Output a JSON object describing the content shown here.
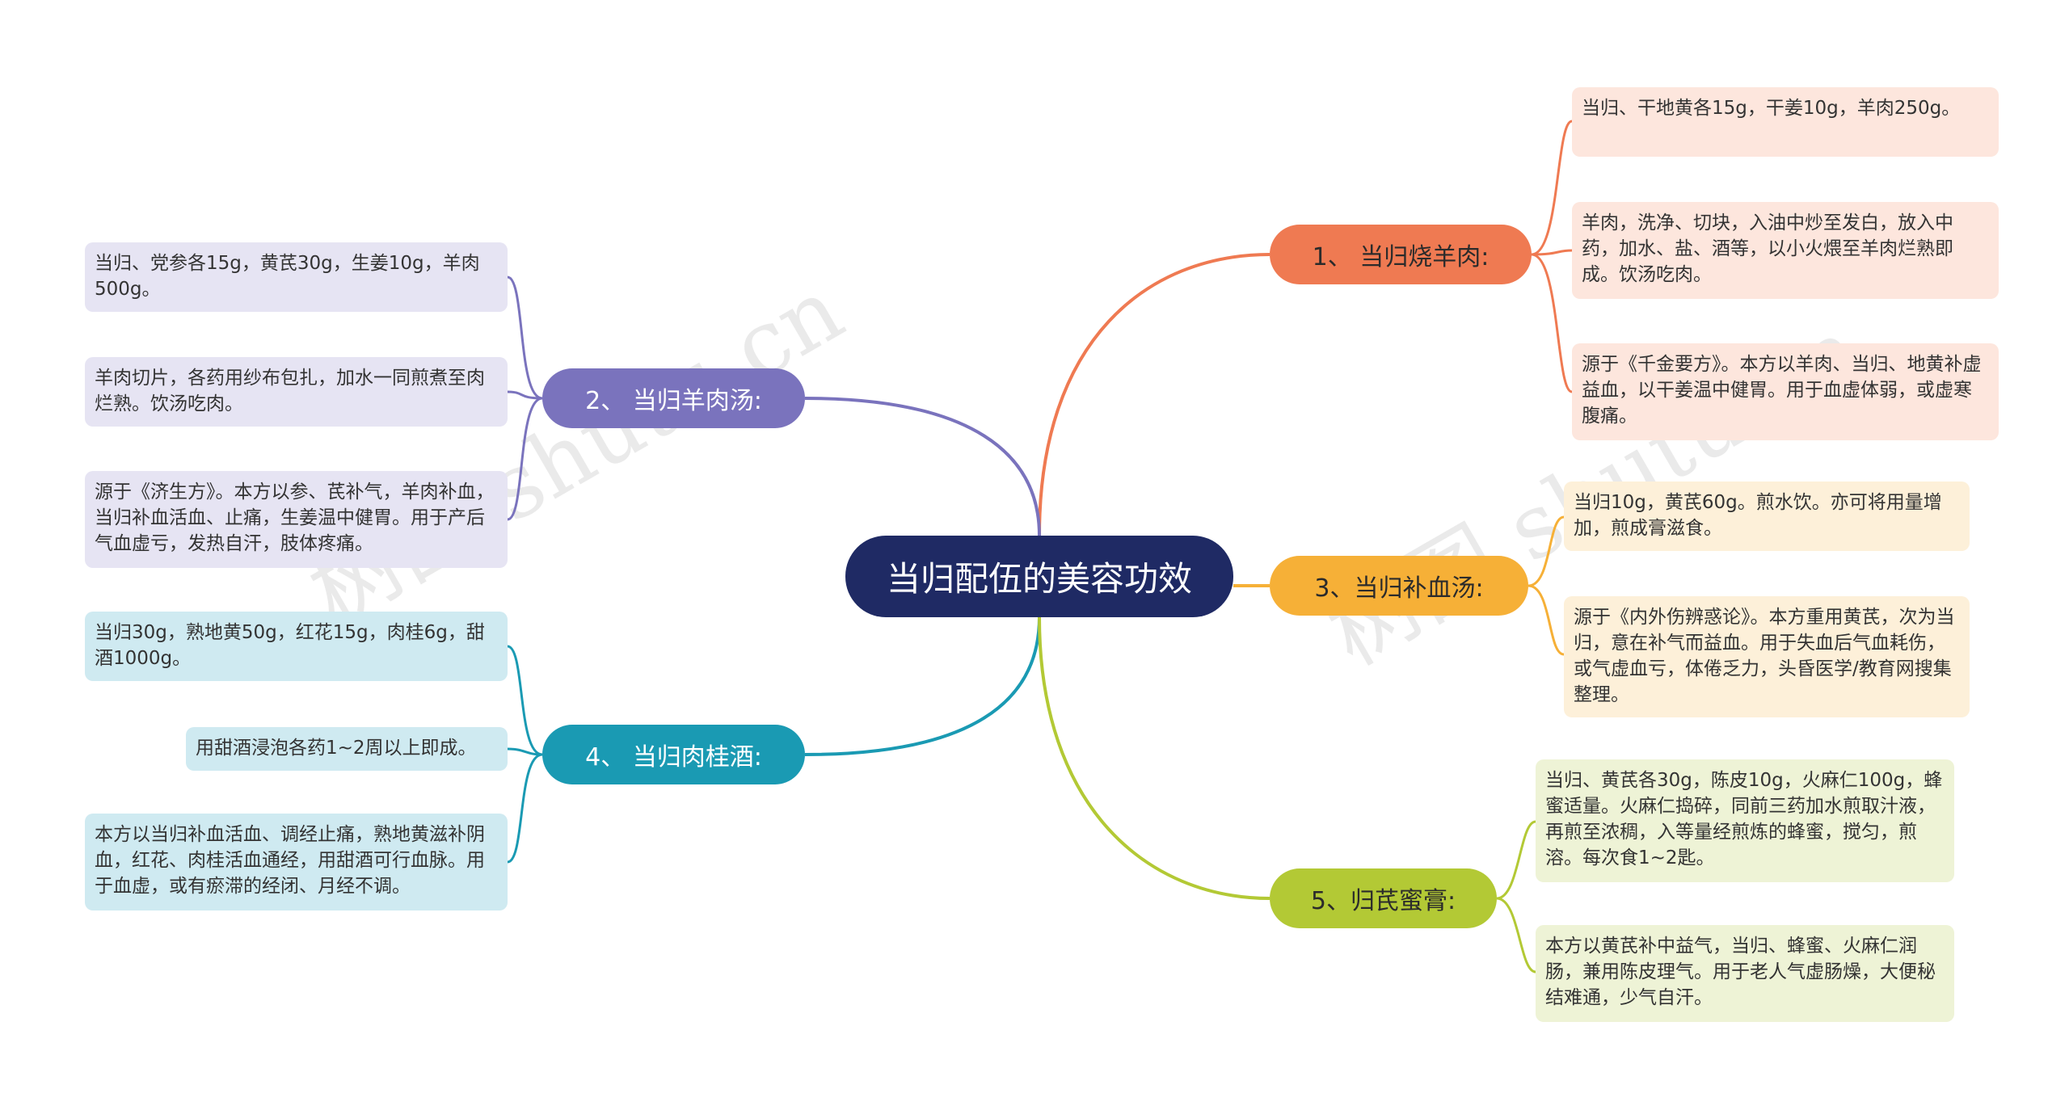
{
  "root": {
    "label": "当归配伍的美容功效"
  },
  "branches": [
    {
      "label": "1、 当归烧羊肉:",
      "color": "#ef7a52",
      "leaves": [
        "当归、干地黄各15g，干姜10g，羊肉250g。",
        "羊肉，洗净、切块，入油中炒至发白，放入中药，加水、盐、酒等，以小火煨至羊肉烂熟即成。饮汤吃肉。",
        "源于《千金要方》。本方以羊肉、当归、地黄补虚益血，以干姜温中健胃。用于血虚体弱，或虚寒腹痛。"
      ]
    },
    {
      "label": "2、 当归羊肉汤:",
      "color": "#7a73bd",
      "leaves": [
        "当归、党参各15g，黄芪30g，生姜10g，羊肉500g。",
        "羊肉切片，各药用纱布包扎，加水一同煎煮至肉烂熟。饮汤吃肉。",
        "源于《济生方》。本方以参、芪补气，羊肉补血，当归补血活血、止痛，生姜温中健胃。用于产后气血虚亏，发热自汗，肢体疼痛。"
      ]
    },
    {
      "label": "3、当归补血汤:",
      "color": "#f6b037",
      "leaves": [
        "当归10g，黄芪60g。煎水饮。亦可将用量增加，煎成膏滋食。",
        "源于《内外伤辨惑论》。本方重用黄芪，次为当归，意在补气而益血。用于失血后气血耗伤，或气虚血亏，体倦乏力，头昏医学/教育网搜集整理。"
      ]
    },
    {
      "label": "4、 当归肉桂酒:",
      "color": "#1a9ab3",
      "leaves": [
        "当归30g，熟地黄50g，红花15g，肉桂6g，甜酒1000g。",
        "用甜酒浸泡各药1~2周以上即成。",
        "本方以当归补血活血、调经止痛，熟地黄滋补阴血，红花、肉桂活血通经，用甜酒可行血脉。用于血虚，或有瘀滞的经闭、月经不调。"
      ]
    },
    {
      "label": "5、归芪蜜膏:",
      "color": "#b3c935",
      "leaves": [
        "当归、黄芪各30g，陈皮10g，火麻仁100g，蜂蜜适量。火麻仁捣碎，同前三药加水煎取汁液，再煎至浓稠，入等量经煎炼的蜂蜜，搅匀，煎溶。每次食1~2匙。",
        "本方以黄芪补中益气，当归、蜂蜜、火麻仁润肠，兼用陈皮理气。用于老人气虚肠燥，大便秘结难通，少气自汗。"
      ]
    }
  ],
  "watermark": "树图 shutu.cn"
}
